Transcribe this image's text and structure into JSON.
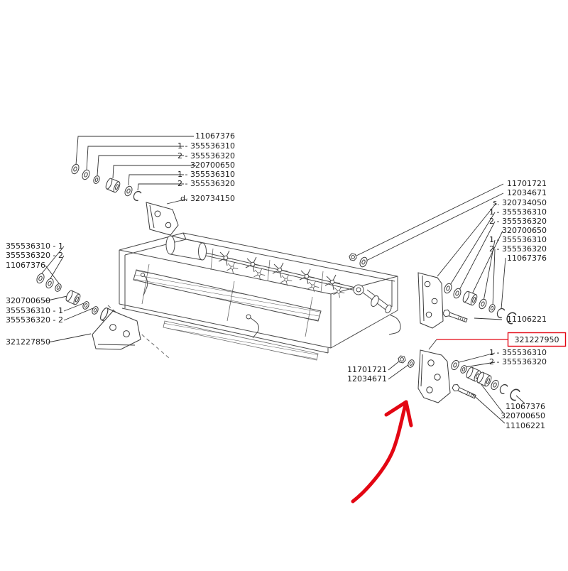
{
  "figure": {
    "background": "#ffffff",
    "drawing_line_color": "#4a4a4a",
    "label_color": "#1a1a1a",
    "highlight_color": "#e30613"
  },
  "labels": {
    "top_left": [
      "11067376",
      "1 - 355536310",
      "2 - 355536320",
      "320700650",
      "1 - 355536310",
      "2 - 355536320",
      "d. 320734150"
    ],
    "left": [
      "355536310 - 1",
      "355536320 - 2",
      "11067376",
      "320700650",
      "355536310 - 1",
      "355536320 - 2",
      "321227850"
    ],
    "right_upper": [
      "11701721",
      "12034671",
      "s. 320734050",
      "1 - 355536310",
      "2 - 355536320",
      "320700650",
      "1 - 355536310",
      "2 - 355536320",
      "11067376",
      "11106221"
    ],
    "highlight": "321227950",
    "right_mid": [
      "1 - 355536310",
      "2 - 355536320"
    ],
    "center": [
      "11701721",
      "12034671"
    ],
    "bottom_right": [
      "11067376",
      "320700650",
      "11106221"
    ]
  }
}
